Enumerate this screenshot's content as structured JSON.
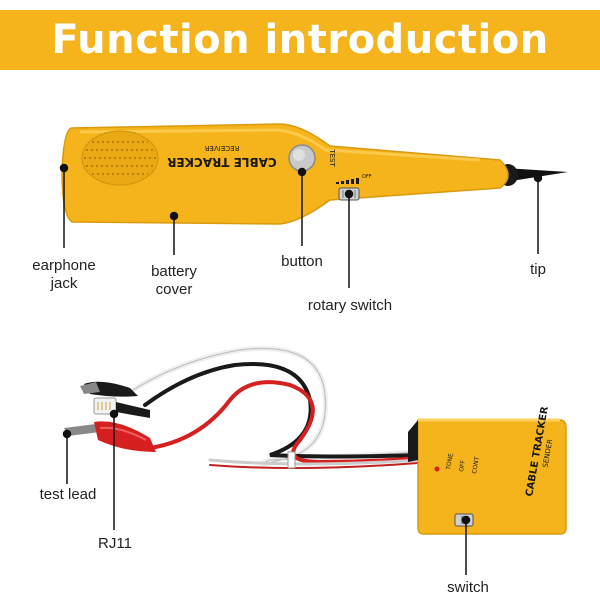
{
  "banner": {
    "title": "Function introduction",
    "color": "#f5b41c"
  },
  "receiver": {
    "brand_text": "CABLE TRACKER",
    "sub_text": "RECEIVER",
    "test_text": "TEST",
    "off_text": "OFF",
    "body_color": "#f5b41c"
  },
  "sender": {
    "brand_text": "CABLE TRACKER",
    "sub_text": "SENDER",
    "modes": [
      "TONE",
      "OFF",
      "CONT"
    ]
  },
  "labels": {
    "earphone_jack": "earphone\njack",
    "battery_cover": "battery\ncover",
    "button": "button",
    "rotary_switch": "rotary switch",
    "tip": "tip",
    "test_lead": "test lead",
    "rj11": "RJ11",
    "switch": "switch"
  }
}
